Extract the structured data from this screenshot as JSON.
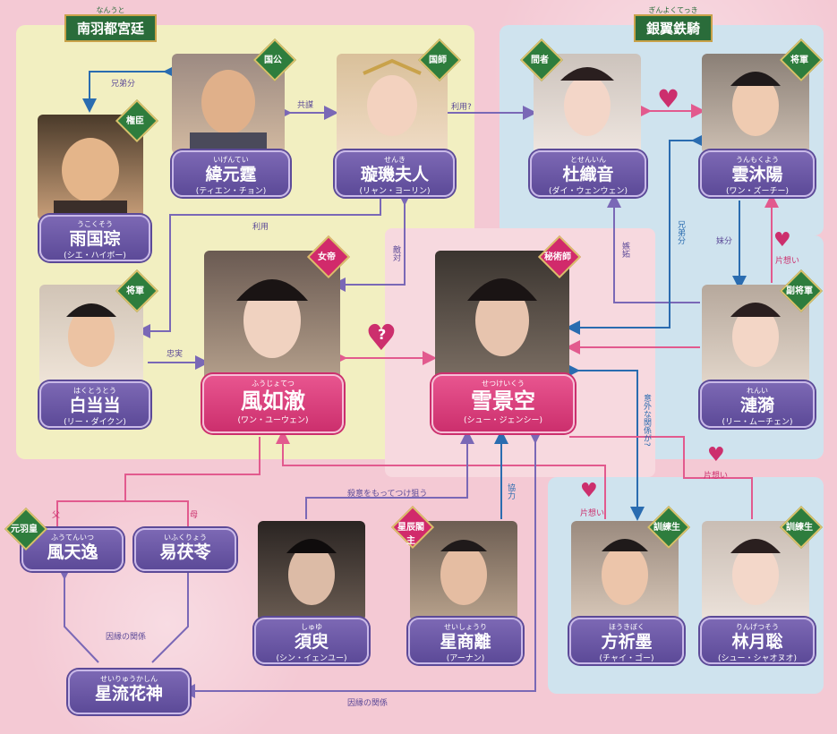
{
  "groups": {
    "nanu": {
      "ruby": "なんうと",
      "label": "南羽都宮廷"
    },
    "ginyoku": {
      "ruby": "ぎんよくてっき",
      "label": "銀翼鉄騎"
    }
  },
  "characters": {
    "uko": {
      "ruby": "うこくそう",
      "name": "雨国琮",
      "actor": "(シエ・ハイボー)",
      "badge": "権臣"
    },
    "ikei": {
      "ruby": "いげんてい",
      "name": "緯元霆",
      "actor": "(ティエン・チョン)",
      "badge": "国公"
    },
    "senki": {
      "ruby": "せんき",
      "name": "璇璣夫人",
      "actor": "(リャン・ヨーリン)",
      "badge": "国師"
    },
    "toshiki": {
      "ruby": "とせんいん",
      "name": "杜織音",
      "actor": "(ダイ・ウェンウェン)",
      "badge": "間者"
    },
    "unmoku": {
      "ruby": "うんもくよう",
      "name": "雲沐陽",
      "actor": "(ワン・ズーチー)",
      "badge": "将軍"
    },
    "haku": {
      "ruby": "はくとうとう",
      "name": "白当当",
      "actor": "(リー・ダイクン)",
      "badge": "将軍"
    },
    "fujo": {
      "ruby": "ふうじょてつ",
      "name": "風如澈",
      "actor": "(ワン・ユーウェン)",
      "badge": "女帝"
    },
    "sekkei": {
      "ruby": "せつけいくう",
      "name": "雪景空",
      "actor": "(シュー・ジェンシー)",
      "badge": "秘術師"
    },
    "ren": {
      "ruby": "れんい",
      "name": "漣漪",
      "actor": "(リー・ムーチェン)",
      "badge": "副将軍"
    },
    "futen": {
      "ruby": "ふうてんいつ",
      "name": "風天逸",
      "badge": "元羽皇"
    },
    "ifuku": {
      "ruby": "いふくりょう",
      "name": "易茯苓"
    },
    "shuyu": {
      "ruby": "しゅゆ",
      "name": "須臾",
      "actor": "(シン・イェンユー)"
    },
    "seisho": {
      "ruby": "せいしょうり",
      "name": "星商離",
      "actor": "(アーナン)",
      "badge": "星辰閣主"
    },
    "hoki": {
      "ruby": "ほうきぼく",
      "name": "方祈墨",
      "actor": "(チャイ・ゴー)",
      "badge": "訓練生"
    },
    "rin": {
      "ruby": "りんげつそう",
      "name": "林月聡",
      "actor": "(シュー・シャオヌオ)",
      "badge": "訓練生"
    },
    "seiryu": {
      "ruby": "せいりゅうかしん",
      "name": "星流花神"
    }
  },
  "relations": {
    "kyodai": "兄弟分",
    "kyobo": "共謀",
    "riyo_q": "利用?",
    "riyo": "利用",
    "tekitai": "敵対",
    "chujitsu": "忠実",
    "question": "?",
    "shitto": "嫉妬",
    "kyodai2": "兄弟分",
    "imoto": "妹分",
    "kataomoi1": "片想い",
    "igai": "意外な関係が?",
    "kataomoi2": "片想い",
    "kataomoi3": "片想い",
    "chichi": "父",
    "haha": "母",
    "satsui": "殺意をもってつけ狙う",
    "kyoryoku": "協力",
    "innen1": "因縁の関係",
    "innen2": "因縁の関係"
  },
  "colors": {
    "accent_pink": "#cc2f6d",
    "accent_purple": "#5c4a98",
    "accent_blue": "#2a6cb0",
    "green": "#2a6c3a"
  }
}
